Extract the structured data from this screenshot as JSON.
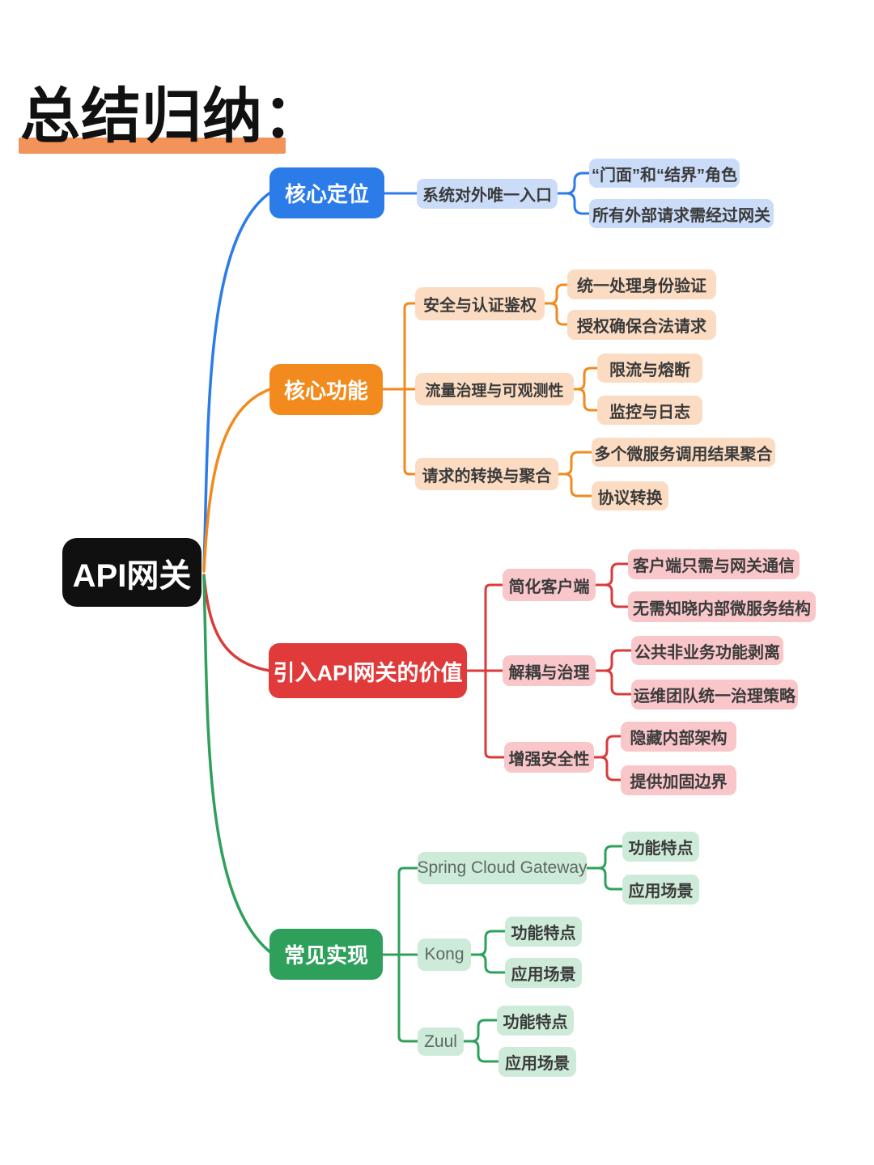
{
  "title": "总结归纳：",
  "root": "API网关",
  "palette": {
    "blue": "#2B7CE9",
    "blue_light": "#CBDCF9",
    "orange": "#F28A1D",
    "orange_light": "#FBDCC2",
    "red": "#E03A3A",
    "red_light": "#F9C6CA",
    "green": "#2FA05B",
    "green_light": "#CDEBD8",
    "title_underline": "#F2935A",
    "root_bg": "#101010"
  },
  "branches": [
    {
      "label": "核心定位",
      "children": [
        {
          "label": "系统对外唯一入口",
          "children": [
            {
              "label": "“门面”和“结界”角色"
            },
            {
              "label": "所有外部请求需经过网关"
            }
          ]
        }
      ]
    },
    {
      "label": "核心功能",
      "children": [
        {
          "label": "安全与认证鉴权",
          "children": [
            {
              "label": "统一处理身份验证"
            },
            {
              "label": "授权确保合法请求"
            }
          ]
        },
        {
          "label": "流量治理与可观测性",
          "children": [
            {
              "label": "限流与熔断"
            },
            {
              "label": "监控与日志"
            }
          ]
        },
        {
          "label": "请求的转换与聚合",
          "children": [
            {
              "label": "多个微服务调用结果聚合"
            },
            {
              "label": "协议转换"
            }
          ]
        }
      ]
    },
    {
      "label": "引入API网关的价值",
      "children": [
        {
          "label": "简化客户端",
          "children": [
            {
              "label": "客户端只需与网关通信"
            },
            {
              "label": "无需知晓内部微服务结构"
            }
          ]
        },
        {
          "label": "解耦与治理",
          "children": [
            {
              "label": "公共非业务功能剥离"
            },
            {
              "label": "运维团队统一治理策略"
            }
          ]
        },
        {
          "label": "增强安全性",
          "children": [
            {
              "label": "隐藏内部架构"
            },
            {
              "label": "提供加固边界"
            }
          ]
        }
      ]
    },
    {
      "label": "常见实现",
      "children": [
        {
          "label": "Spring Cloud Gateway",
          "children": [
            {
              "label": "功能特点"
            },
            {
              "label": "应用场景"
            }
          ]
        },
        {
          "label": "Kong",
          "children": [
            {
              "label": "功能特点"
            },
            {
              "label": "应用场景"
            }
          ]
        },
        {
          "label": "Zuul",
          "children": [
            {
              "label": "功能特点"
            },
            {
              "label": "应用场景"
            }
          ]
        }
      ]
    }
  ]
}
